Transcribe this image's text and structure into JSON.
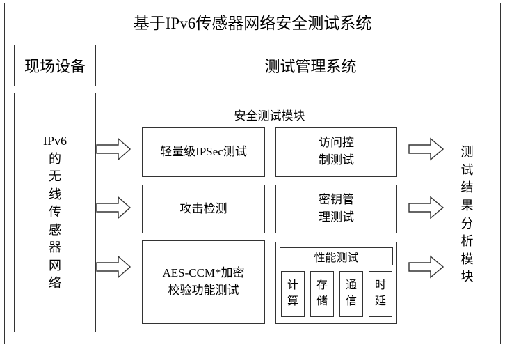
{
  "title": "基于IPv6传感器网络安全测试系统",
  "field_device": "现场设备",
  "test_mgmt": "测试管理系统",
  "wsn_chars": [
    "IPv6",
    "的",
    "无",
    "线",
    "传",
    "感",
    "器",
    "网",
    "络"
  ],
  "security_module": {
    "title": "安全测试模块",
    "lightweight_ipsec": "轻量级IPSec测试",
    "access_control": [
      "访问控",
      "制测试"
    ],
    "attack_detection": "攻击检测",
    "key_mgmt": [
      "密钥管",
      "理测试"
    ],
    "aes_ccm": [
      "AES-CCM*加密",
      "校验功能测试"
    ],
    "performance": {
      "title": "性能测试",
      "items": [
        [
          "计",
          "算"
        ],
        [
          "存",
          "储"
        ],
        [
          "通",
          "信"
        ],
        [
          "时",
          "延"
        ]
      ]
    }
  },
  "result_chars": [
    "测",
    "试",
    "结",
    "果",
    "分",
    "析",
    "模",
    "块"
  ]
}
